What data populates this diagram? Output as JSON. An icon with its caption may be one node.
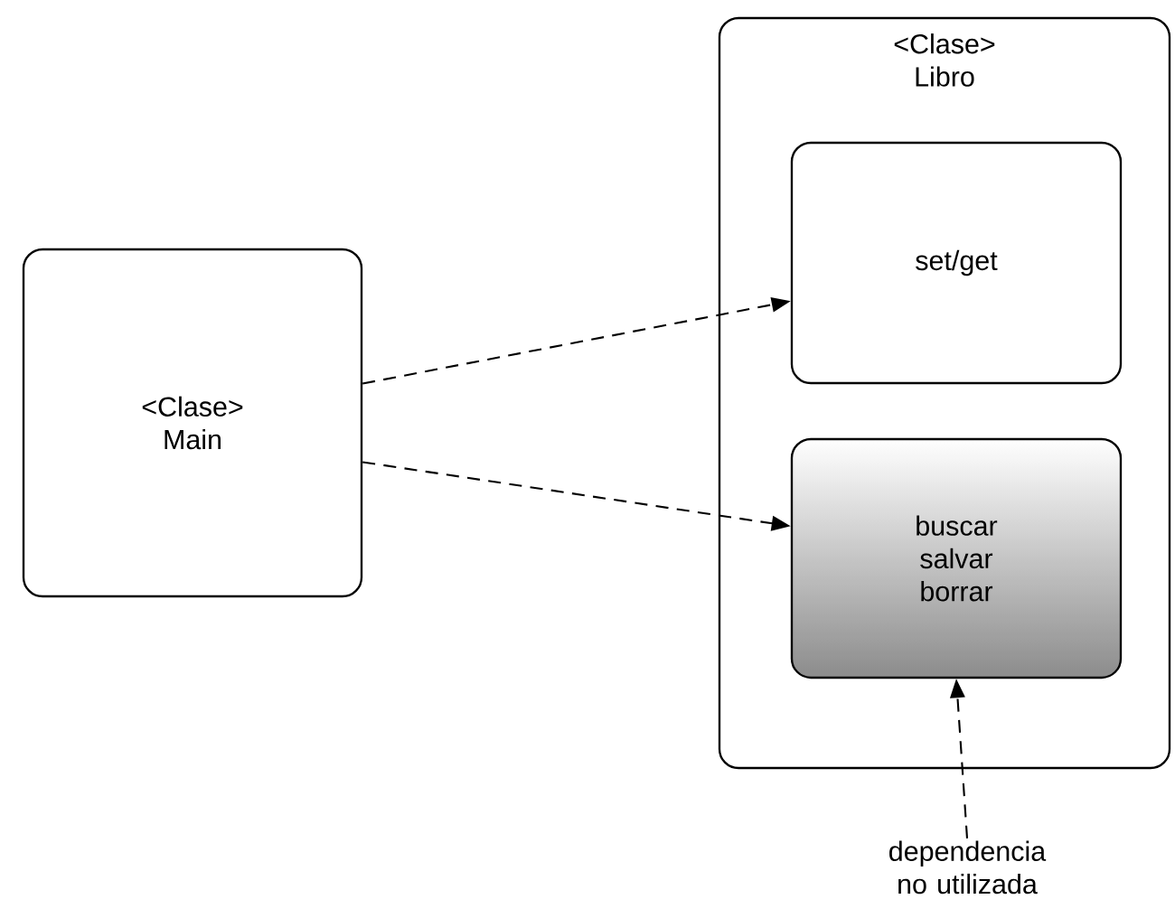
{
  "diagram": {
    "nodes": [
      {
        "text": [
          "<Clase> Main"
        ]
      },
      {
        "text": [
          "<Clase> Libro"
        ]
      },
      {
        "text": [
          "set/get"
        ],
        "in": 1
      },
      {
        "text": [
          "buscar salvar borrar"
        ],
        "in": 1
      },
      {
        "text": [
          "dependencia no utilizada"
        ]
      }
    ],
    "edges": [
      {
        "from": 0,
        "to": 2,
        "arrow": "to",
        "style": "dashed"
      },
      {
        "from": 0,
        "to": 3,
        "arrow": "to",
        "style": "dashed"
      },
      {
        "from": 4,
        "to": 3,
        "arrow": "to",
        "style": "dashed"
      }
    ]
  }
}
